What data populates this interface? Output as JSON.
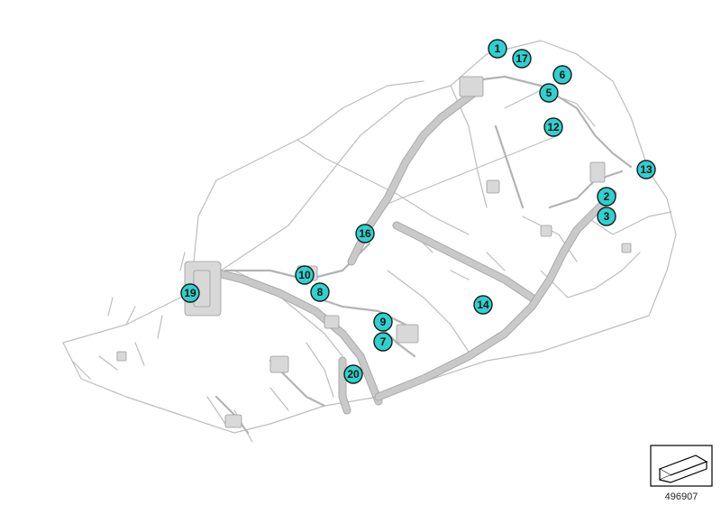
{
  "diagram": {
    "callouts": [
      {
        "label": "1"
      },
      {
        "label": "17"
      },
      {
        "label": "6"
      },
      {
        "label": "5"
      },
      {
        "label": "12"
      },
      {
        "label": "13"
      },
      {
        "label": "2"
      },
      {
        "label": "3"
      },
      {
        "label": "16"
      },
      {
        "label": "10"
      },
      {
        "label": "8"
      },
      {
        "label": "19"
      },
      {
        "label": "14"
      },
      {
        "label": "9"
      },
      {
        "label": "7"
      },
      {
        "label": "20"
      }
    ],
    "colors": {
      "callout_fill": "#2ed1cf",
      "callout_stroke": "#1b1b1b",
      "harness": "#c9c9c9"
    },
    "image_id": "496907"
  }
}
